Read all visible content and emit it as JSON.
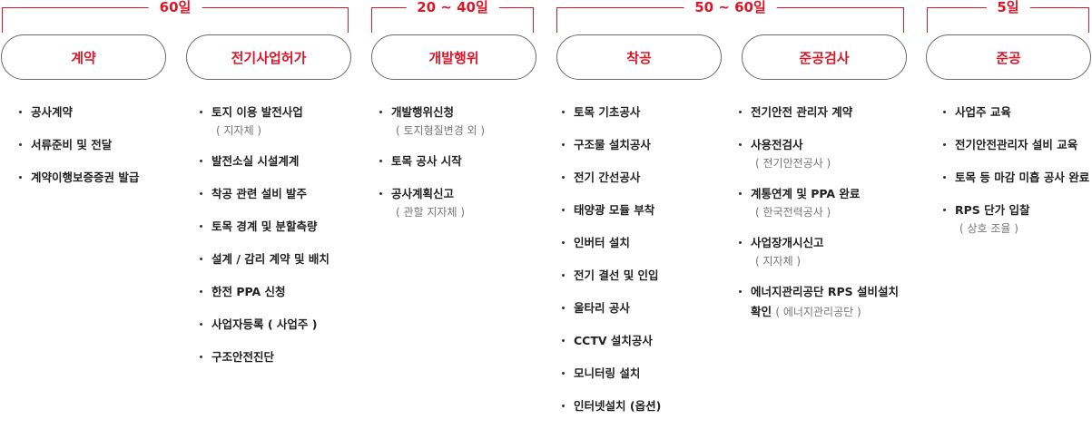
{
  "periods": [
    {
      "label": "60일"
    },
    {
      "label": "20 ~ 40일"
    },
    {
      "label": "50 ~ 60일"
    },
    {
      "label": "5일"
    }
  ],
  "stages": [
    {
      "name": "계약",
      "items": [
        {
          "text": "공사계약"
        },
        {
          "text": "서류준비 및 전달"
        },
        {
          "text": "계약이행보증증권 발급"
        }
      ]
    },
    {
      "name": "전기사업허가",
      "items": [
        {
          "text": "토지 이용 발전사업",
          "sub": "( 지자체 )"
        },
        {
          "text": "발전소실 시설계계"
        },
        {
          "text": "착공 관련 설비 발주"
        },
        {
          "text": "토목 경계 및 분할측량"
        },
        {
          "text": "설계 / 감리 계약 및 배치"
        },
        {
          "text": "한전 PPA 신청"
        },
        {
          "text": "사업자등록 ( 사업주 )"
        },
        {
          "text": "구조안전진단"
        }
      ]
    },
    {
      "name": "개발행위",
      "items": [
        {
          "text": "개발행위신청",
          "sub": "( 토지형질변경 외 )"
        },
        {
          "text": "토목 공사 시작"
        },
        {
          "text": "공사계획신고",
          "sub": "( 관할 지자체 )"
        }
      ]
    },
    {
      "name": "착공",
      "items": [
        {
          "text": "토목 기초공사"
        },
        {
          "text": "구조물 설치공사"
        },
        {
          "text": "전기 간선공사"
        },
        {
          "text": "태양광 모듈 부착"
        },
        {
          "text": "인버터 설치"
        },
        {
          "text": "전기 결선 및 인입"
        },
        {
          "text": "울타리 공사"
        },
        {
          "text": "CCTV 설치공사"
        },
        {
          "text": "모니터링 설치"
        },
        {
          "text": "인터넷설치 (옵션)"
        }
      ]
    },
    {
      "name": "준공검사",
      "items": [
        {
          "text": "전기안전 관리자 계약"
        },
        {
          "text": "사용전검사",
          "sub": "( 전기안전공사 )"
        },
        {
          "text": "계통연계 및 PPA 완료",
          "sub": "( 한국전력공사 )"
        },
        {
          "text": "사업장개시신고",
          "sub": "( 지자체 )"
        },
        {
          "text": "에너지관리공단 RPS 설비설치",
          "text2": "확인",
          "inline_sub": "( 에너지관리공단 )"
        }
      ]
    },
    {
      "name": "준공",
      "items": [
        {
          "text": "사업주 교육"
        },
        {
          "text": "전기안전관리자 설비 교육"
        },
        {
          "text": "토목 등 마감 미흡 공사 완료"
        },
        {
          "text": "RPS 단가 입찰",
          "sub": "( 상호 조율 )"
        }
      ]
    }
  ]
}
